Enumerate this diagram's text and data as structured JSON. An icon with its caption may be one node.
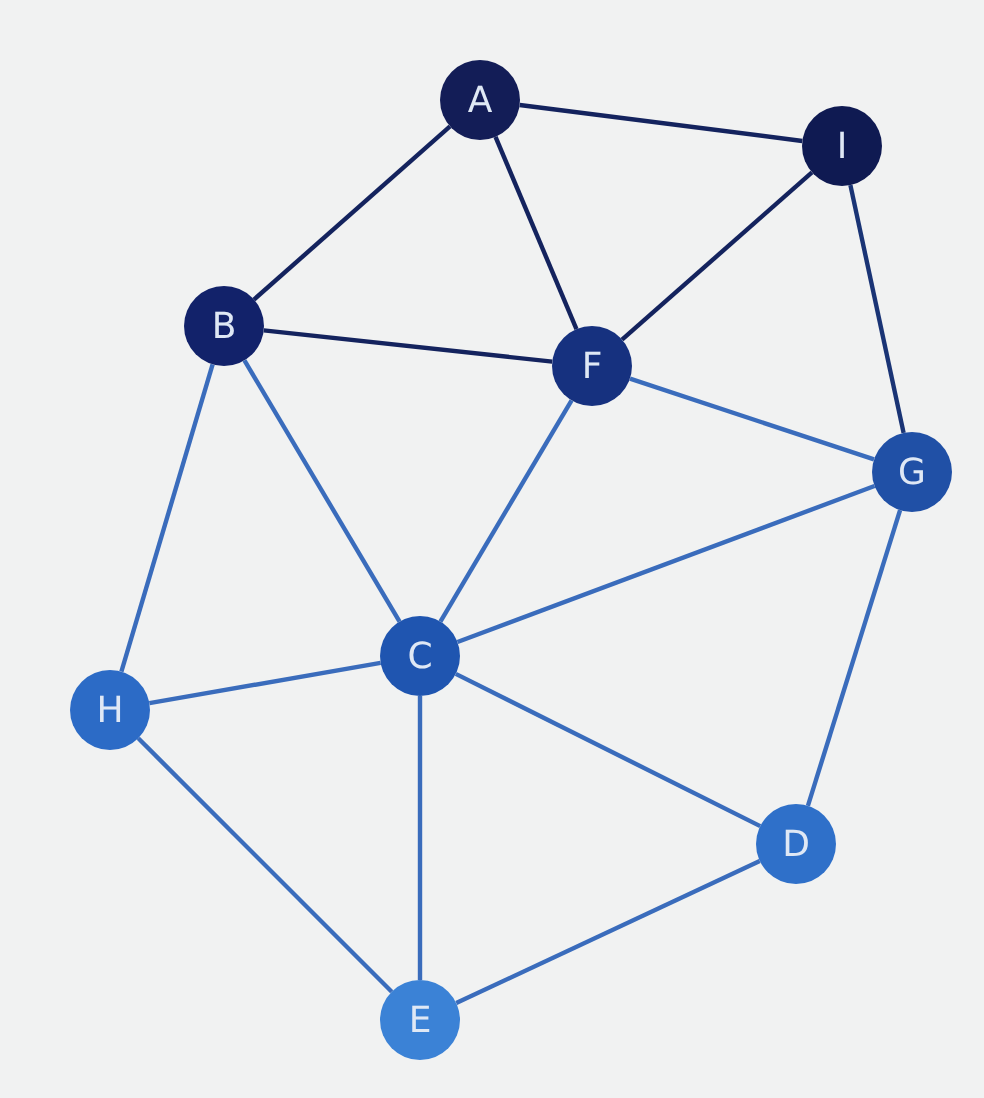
{
  "diagram": {
    "nodes": [
      {
        "text": [
          "A"
        ]
      },
      {
        "text": [
          "I"
        ]
      },
      {
        "text": [
          "B"
        ]
      },
      {
        "text": [
          "F"
        ]
      },
      {
        "text": [
          "G"
        ]
      },
      {
        "text": [
          "H"
        ]
      },
      {
        "text": [
          "C"
        ]
      },
      {
        "text": [
          "D"
        ]
      },
      {
        "text": [
          "E"
        ]
      }
    ],
    "edges": [
      {
        "from": 0,
        "to": 1,
        "arrow": "none",
        "color": "#14235e"
      },
      {
        "from": 0,
        "to": 2,
        "arrow": "none",
        "color": "#14235e"
      },
      {
        "from": 0,
        "to": 3,
        "arrow": "none",
        "color": "#14235e"
      },
      {
        "from": 1,
        "to": 3,
        "arrow": "none",
        "color": "#14235e"
      },
      {
        "from": 1,
        "to": 4,
        "arrow": "none",
        "color": "#1a3475"
      },
      {
        "from": 2,
        "to": 3,
        "arrow": "none",
        "color": "#14235e"
      },
      {
        "from": 2,
        "to": 6,
        "arrow": "none"
      },
      {
        "from": 2,
        "to": 5,
        "arrow": "none"
      },
      {
        "from": 3,
        "to": 4,
        "arrow": "none"
      },
      {
        "from": 3,
        "to": 6,
        "arrow": "none"
      },
      {
        "from": 6,
        "to": 4,
        "arrow": "none"
      },
      {
        "from": 6,
        "to": 5,
        "arrow": "none"
      },
      {
        "from": 6,
        "to": 7,
        "arrow": "none"
      },
      {
        "from": 6,
        "to": 8,
        "arrow": "none"
      },
      {
        "from": 4,
        "to": 7,
        "arrow": "none"
      },
      {
        "from": 5,
        "to": 8,
        "arrow": "none"
      },
      {
        "from": 8,
        "to": 7,
        "arrow": "none"
      }
    ]
  }
}
